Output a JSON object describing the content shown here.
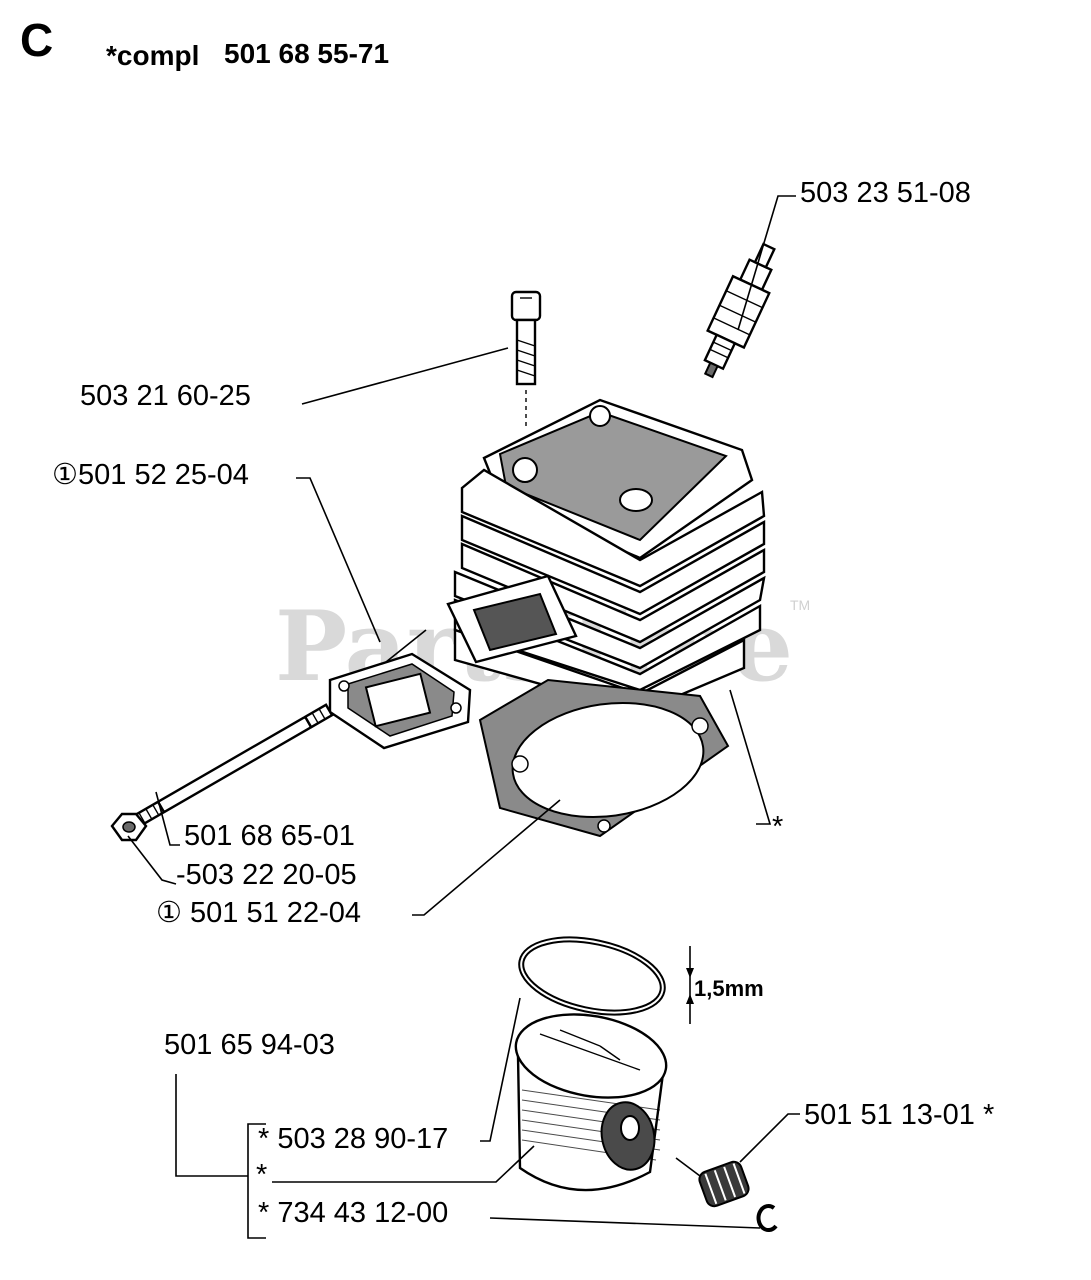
{
  "header": {
    "section_letter": "C",
    "compl_label": "*compl",
    "compl_part": "501 68 55-71"
  },
  "watermark": {
    "text": "PartsTree",
    "tm": "TM"
  },
  "parts": {
    "spark_plug": "503 23 51-08",
    "bolt": "503 21 60-25",
    "exhaust_gasket": "①501 52 25-04",
    "cylinder_star": "*",
    "stud": "501 68 65-01",
    "nut": "-503 22 20-05",
    "base_gasket": "① 501 51 22-04",
    "ring_dimension": "1,5mm",
    "piston_kit": "501 65 94-03",
    "piston_ring": "* 503 28 90-17",
    "piston_star": "*",
    "circlip": "* 734 43 12-00",
    "needle_bearing": "501 51 13-01 *"
  }
}
